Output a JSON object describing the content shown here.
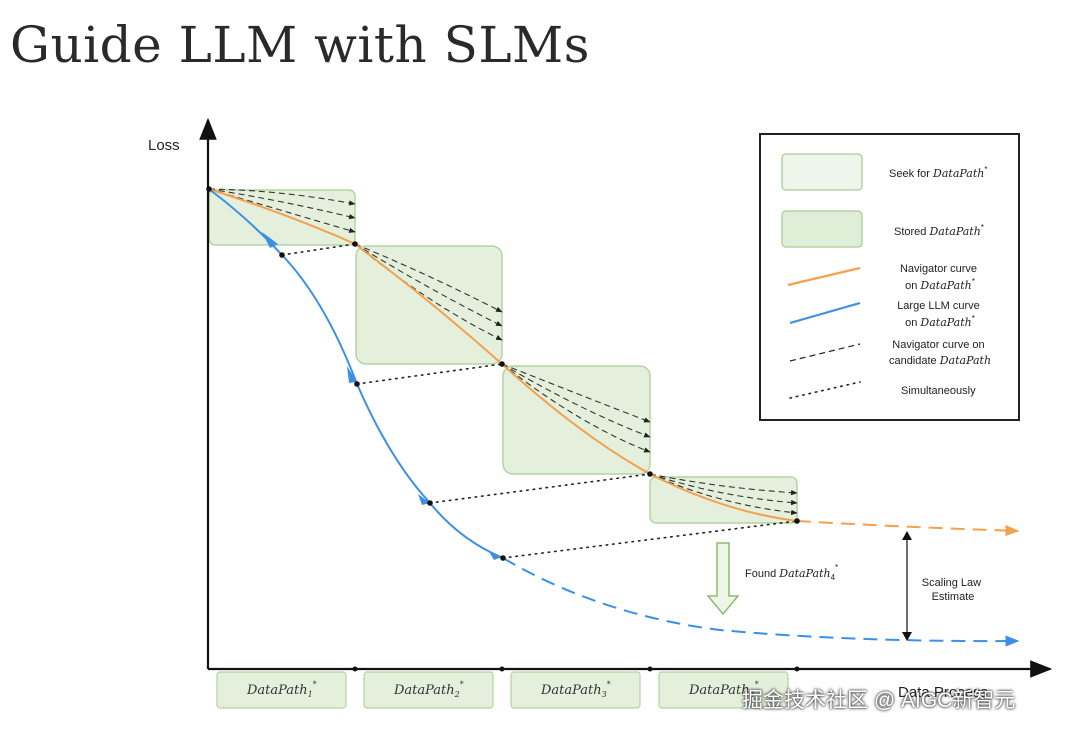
{
  "title": "Guide LLM with SLMs",
  "axes": {
    "y_label": "Loss",
    "x_label": "Data Process"
  },
  "legend": {
    "seek": {
      "text": "Seek for ",
      "italic": "DataPath",
      "sup": "*"
    },
    "stored": {
      "text": "Stored ",
      "italic": "DataPath",
      "sup": "*"
    },
    "navigator": {
      "line1": "Navigator curve",
      "line2_text": "on ",
      "line2_italic": "DataPath",
      "sup": "*",
      "color": "#f5a04e"
    },
    "large_llm": {
      "line1": "Large LLM curve",
      "line2_text": "on ",
      "line2_italic": "DataPath",
      "sup": "*",
      "color": "#3d8fe6"
    },
    "candidate": {
      "line1": "Navigator curve on",
      "line2_text": "candidate ",
      "line2_italic": "DataPath"
    },
    "simultaneously": {
      "text": "Simultaneously"
    }
  },
  "found_label": {
    "text": "Found ",
    "italic": "DataPath",
    "sub": "4",
    "sup": "*"
  },
  "scaling_law": {
    "line1": "Scaling Law",
    "line2": "Estimate"
  },
  "datapaths": [
    {
      "name": "DataPath",
      "sub": "1",
      "sup": "*"
    },
    {
      "name": "DataPath",
      "sub": "2",
      "sup": "*"
    },
    {
      "name": "DataPath",
      "sub": "3",
      "sup": "*"
    },
    {
      "name": "DataPath",
      "sub": "4",
      "sup": "*"
    }
  ],
  "colors": {
    "box_fill": "#e4f0dc",
    "box_stroke": "#b5d3a3",
    "navigator": "#f5a04e",
    "large_llm": "#3d8fe6",
    "axis": "#111111"
  },
  "watermark": "掘金技术社区 @ AIGC新智元"
}
